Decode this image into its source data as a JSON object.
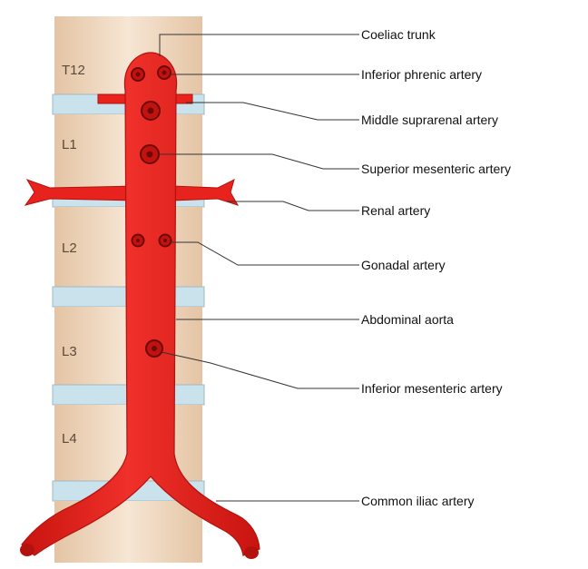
{
  "vertebrae": [
    "T12",
    "L1",
    "L2",
    "L3",
    "L4"
  ],
  "labels": {
    "coeliac_trunk": "Coeliac trunk",
    "inferior_phrenic": "Inferior phrenic artery",
    "middle_suprarenal": "Middle suprarenal artery",
    "superior_mesenteric": "Superior mesenteric artery",
    "renal": "Renal artery",
    "gonadal": "Gonadal artery",
    "abdominal_aorta": "Abdominal aorta",
    "inferior_mesenteric": "Inferior mesenteric artery",
    "common_iliac": "Common iliac artery"
  },
  "colors": {
    "artery": "#e8221c",
    "artery_dark": "#b3120e",
    "vertebra": "#e9cdb0",
    "disc": "#c9e2ec"
  }
}
